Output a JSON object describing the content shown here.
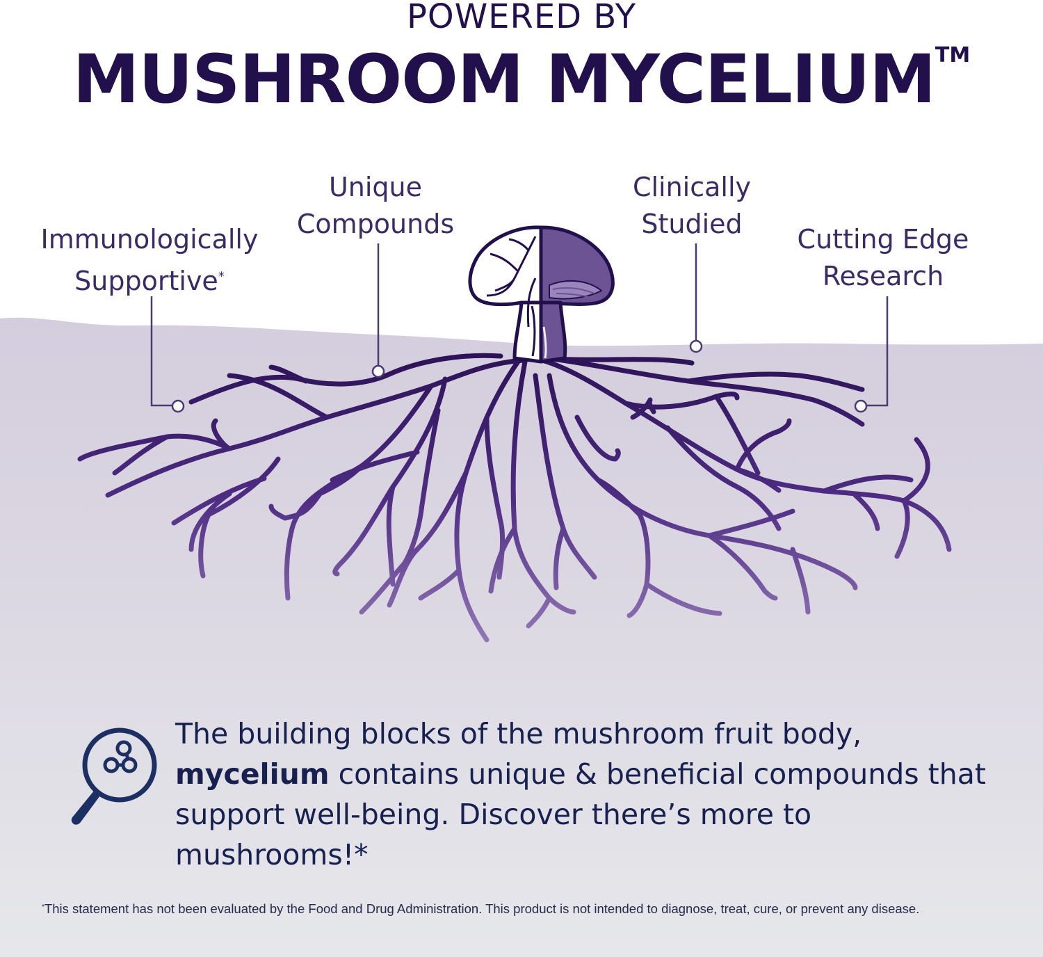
{
  "header": {
    "pre_title": "POWERED BY",
    "title": "MUSHROOM MYCELIUM",
    "trademark": "TM"
  },
  "benefits": [
    {
      "line1": "Immunologically",
      "line2": "Supportive",
      "mark": "*"
    },
    {
      "line1": "Unique",
      "line2": "Compounds"
    },
    {
      "line1": "Clinically",
      "line2": "Studied"
    },
    {
      "line1": "Cutting Edge",
      "line2": "Research"
    }
  ],
  "description": {
    "lead": "The building blocks of the mushroom fruit body, ",
    "bold": "mycelium",
    "rest": " contains unique & beneficial compounds that support well-being. Discover there’s more to mushrooms!*"
  },
  "disclaimer": {
    "mark": "*",
    "text": "This statement has not been evaluated by the Food and Drug Administration. This product is not intended to diagnose, treat, cure, or prevent any disease."
  },
  "icons": {
    "magnifier": "magnifying-glass-molecule-icon",
    "mushroom": "mushroom-icon"
  },
  "colors": {
    "title": "#22104d",
    "label": "#3b2b65",
    "root_dark": "#2e1458",
    "root_light": "#8b6bb0",
    "soil_top": "#d5cede",
    "soil_bottom": "#e4e5ea",
    "mushroom_shade": "#6c5393",
    "icon_navy": "#1c2f62"
  }
}
